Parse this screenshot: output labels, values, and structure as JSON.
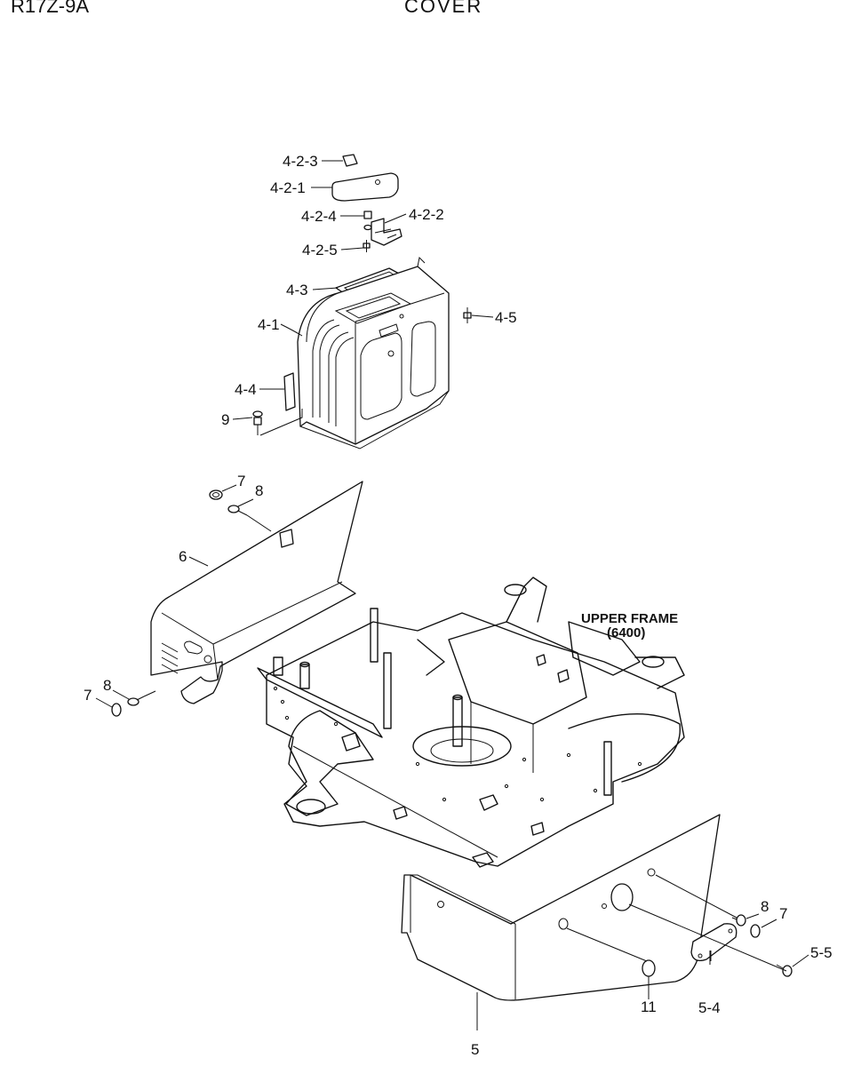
{
  "header": {
    "model_code": "R17Z-9A",
    "title": "COVER"
  },
  "reference": {
    "name": "UPPER FRAME",
    "code": "(6400)"
  },
  "callouts": [
    {
      "id": "c-4-2-3",
      "label": "4-2-3"
    },
    {
      "id": "c-4-2-1",
      "label": "4-2-1"
    },
    {
      "id": "c-4-2-4",
      "label": "4-2-4"
    },
    {
      "id": "c-4-2-2",
      "label": "4-2-2"
    },
    {
      "id": "c-4-2-5",
      "label": "4-2-5"
    },
    {
      "id": "c-4-3",
      "label": "4-3"
    },
    {
      "id": "c-4-5",
      "label": "4-5"
    },
    {
      "id": "c-4-1",
      "label": "4-1"
    },
    {
      "id": "c-4-4",
      "label": "4-4"
    },
    {
      "id": "c-9",
      "label": "9"
    },
    {
      "id": "c-7a",
      "label": "7"
    },
    {
      "id": "c-8a",
      "label": "8"
    },
    {
      "id": "c-6",
      "label": "6"
    },
    {
      "id": "c-8b",
      "label": "8"
    },
    {
      "id": "c-7b",
      "label": "7"
    },
    {
      "id": "c-8c",
      "label": "8"
    },
    {
      "id": "c-7c",
      "label": "7"
    },
    {
      "id": "c-5-5",
      "label": "5-5"
    },
    {
      "id": "c-11",
      "label": "11"
    },
    {
      "id": "c-5-4",
      "label": "5-4"
    },
    {
      "id": "c-5",
      "label": "5"
    }
  ]
}
